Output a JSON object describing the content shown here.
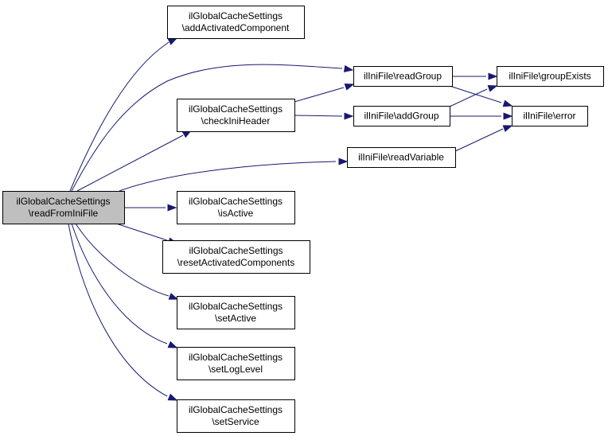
{
  "diagram": {
    "nodes": {
      "readFromIniFile": {
        "lines": [
          "ilGlobalCacheSettings",
          "\\readFromIniFile"
        ]
      },
      "addActivatedComponent": {
        "lines": [
          "ilGlobalCacheSettings",
          "\\addActivatedComponent"
        ]
      },
      "checkIniHeader": {
        "lines": [
          "ilGlobalCacheSettings",
          "\\checkIniHeader"
        ]
      },
      "isActive": {
        "lines": [
          "ilGlobalCacheSettings",
          "\\isActive"
        ]
      },
      "resetActivatedComponents": {
        "lines": [
          "ilGlobalCacheSettings",
          "\\resetActivatedComponents"
        ]
      },
      "setActive": {
        "lines": [
          "ilGlobalCacheSettings",
          "\\setActive"
        ]
      },
      "setLogLevel": {
        "lines": [
          "ilGlobalCacheSettings",
          "\\setLogLevel"
        ]
      },
      "setService": {
        "lines": [
          "ilGlobalCacheSettings",
          "\\setService"
        ]
      },
      "readGroup": {
        "lines": [
          "ilIniFile\\readGroup"
        ]
      },
      "addGroup": {
        "lines": [
          "ilIniFile\\addGroup"
        ]
      },
      "readVariable": {
        "lines": [
          "ilIniFile\\readVariable"
        ]
      },
      "groupExists": {
        "lines": [
          "ilIniFile\\groupExists"
        ]
      },
      "error": {
        "lines": [
          "ilIniFile\\error"
        ]
      }
    },
    "edges": [
      [
        "readFromIniFile",
        "addActivatedComponent"
      ],
      [
        "readFromIniFile",
        "readGroup"
      ],
      [
        "readFromIniFile",
        "checkIniHeader"
      ],
      [
        "readFromIniFile",
        "readVariable"
      ],
      [
        "readFromIniFile",
        "isActive"
      ],
      [
        "readFromIniFile",
        "resetActivatedComponents"
      ],
      [
        "readFromIniFile",
        "setActive"
      ],
      [
        "readFromIniFile",
        "setLogLevel"
      ],
      [
        "readFromIniFile",
        "setService"
      ],
      [
        "checkIniHeader",
        "readGroup"
      ],
      [
        "checkIniHeader",
        "addGroup"
      ],
      [
        "readGroup",
        "groupExists"
      ],
      [
        "readGroup",
        "error"
      ],
      [
        "addGroup",
        "groupExists"
      ],
      [
        "addGroup",
        "error"
      ],
      [
        "readVariable",
        "error"
      ]
    ],
    "colors": {
      "edge": "#191970",
      "root_fill": "#bfbfbf",
      "node_fill": "#ffffff",
      "border": "#000000"
    }
  }
}
